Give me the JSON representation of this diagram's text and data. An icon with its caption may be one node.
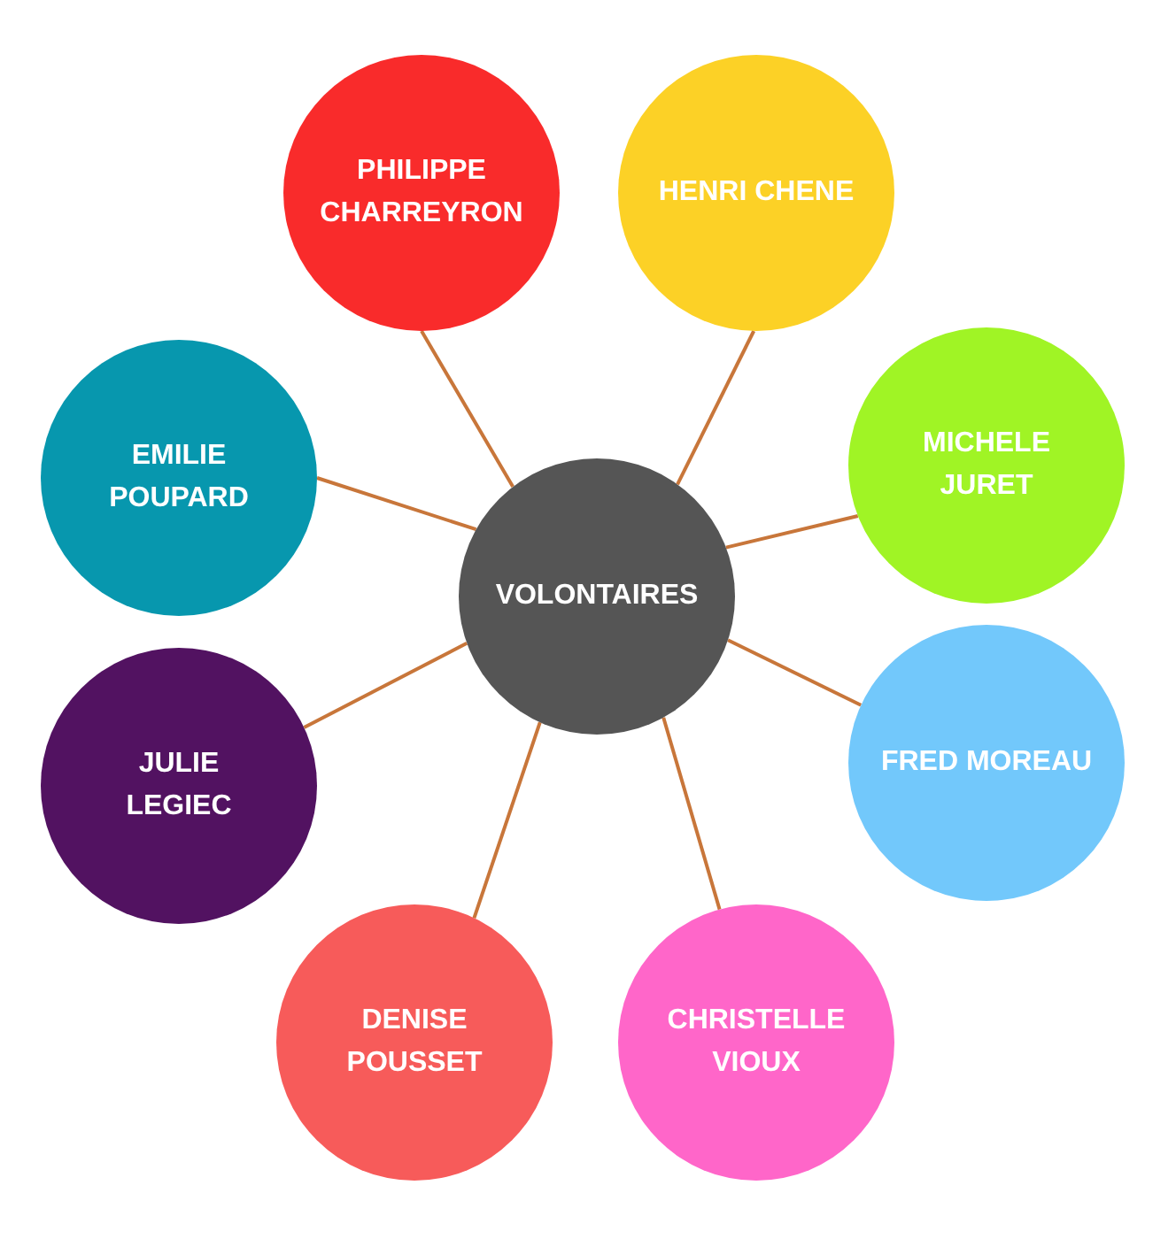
{
  "diagram": {
    "nodes": [
      {
        "text": [
          "VOLONTAIRES"
        ]
      },
      {
        "text": [
          "PHILIPPE CHARREYRON"
        ]
      },
      {
        "text": [
          "HENRI CHENE"
        ]
      },
      {
        "text": [
          "MICHELE JURET"
        ]
      },
      {
        "text": [
          "FRED MOREAU"
        ]
      },
      {
        "text": [
          "CHRISTELLE VIOUX"
        ]
      },
      {
        "text": [
          "DENISE POUSSET"
        ]
      },
      {
        "text": [
          "JULIE LEGIEC"
        ]
      },
      {
        "text": [
          "EMILIE POUPARD"
        ]
      }
    ],
    "edges": [
      {
        "from": 0,
        "to": 1,
        "arrow": "none"
      },
      {
        "from": 0,
        "to": 2,
        "arrow": "none"
      },
      {
        "from": 0,
        "to": 3,
        "arrow": "none"
      },
      {
        "from": 0,
        "to": 4,
        "arrow": "none"
      },
      {
        "from": 0,
        "to": 5,
        "arrow": "none"
      },
      {
        "from": 0,
        "to": 6,
        "arrow": "none"
      },
      {
        "from": 0,
        "to": 7,
        "arrow": "none"
      },
      {
        "from": 0,
        "to": 8,
        "arrow": "none"
      }
    ]
  }
}
